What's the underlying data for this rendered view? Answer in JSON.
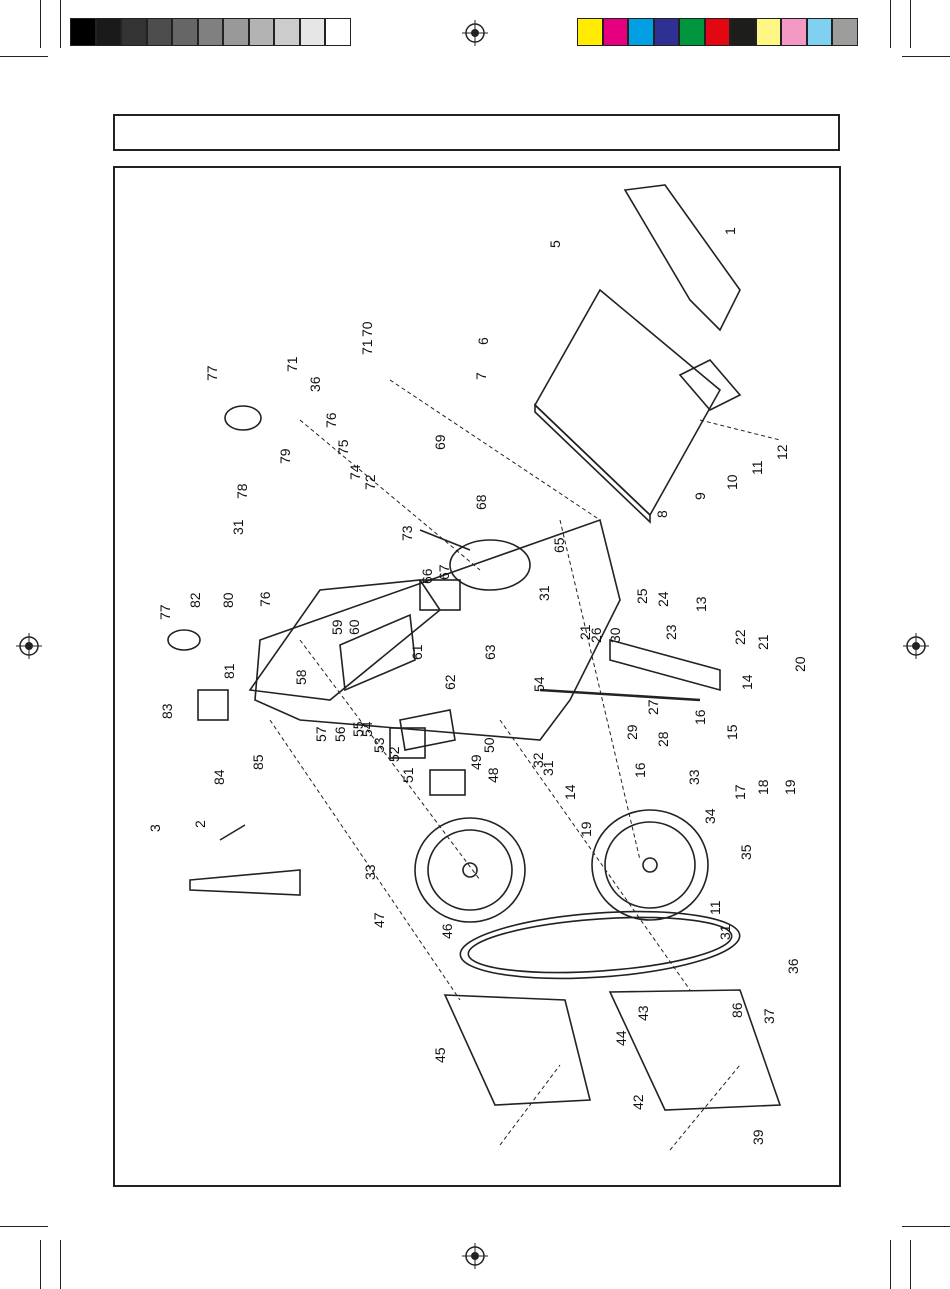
{
  "colors": {
    "gray_ramp": [
      "#000000",
      "#1a1a1a",
      "#333333",
      "#4d4d4d",
      "#666666",
      "#808080",
      "#999999",
      "#b3b3b3",
      "#cccccc",
      "#e6e6e6",
      "#ffffff"
    ],
    "process": [
      "#ffec00",
      "#e6007e",
      "#00a0e3",
      "#2e3192",
      "#009640",
      "#e30613",
      "#1d1d1b",
      "#fff685",
      "#f39ac4",
      "#80d0f1",
      "#9d9d9c"
    ]
  },
  "title": "",
  "callouts": [
    "1",
    "2",
    "3",
    "5",
    "6",
    "7",
    "8",
    "9",
    "10",
    "11",
    "12",
    "13",
    "14",
    "15",
    "16",
    "17",
    "18",
    "19",
    "20",
    "21",
    "22",
    "23",
    "24",
    "25",
    "26",
    "27",
    "28",
    "29",
    "30",
    "31",
    "32",
    "33",
    "34",
    "35",
    "36",
    "37",
    "39",
    "42",
    "43",
    "44",
    "45",
    "46",
    "47",
    "48",
    "49",
    "50",
    "51",
    "52",
    "53",
    "54",
    "55",
    "56",
    "57",
    "58",
    "59",
    "60",
    "61",
    "62",
    "63",
    "65",
    "66",
    "67",
    "68",
    "69",
    "70",
    "71",
    "72",
    "73",
    "74",
    "75",
    "76",
    "77",
    "78",
    "79",
    "80",
    "81",
    "82",
    "83",
    "84",
    "85",
    "86"
  ]
}
